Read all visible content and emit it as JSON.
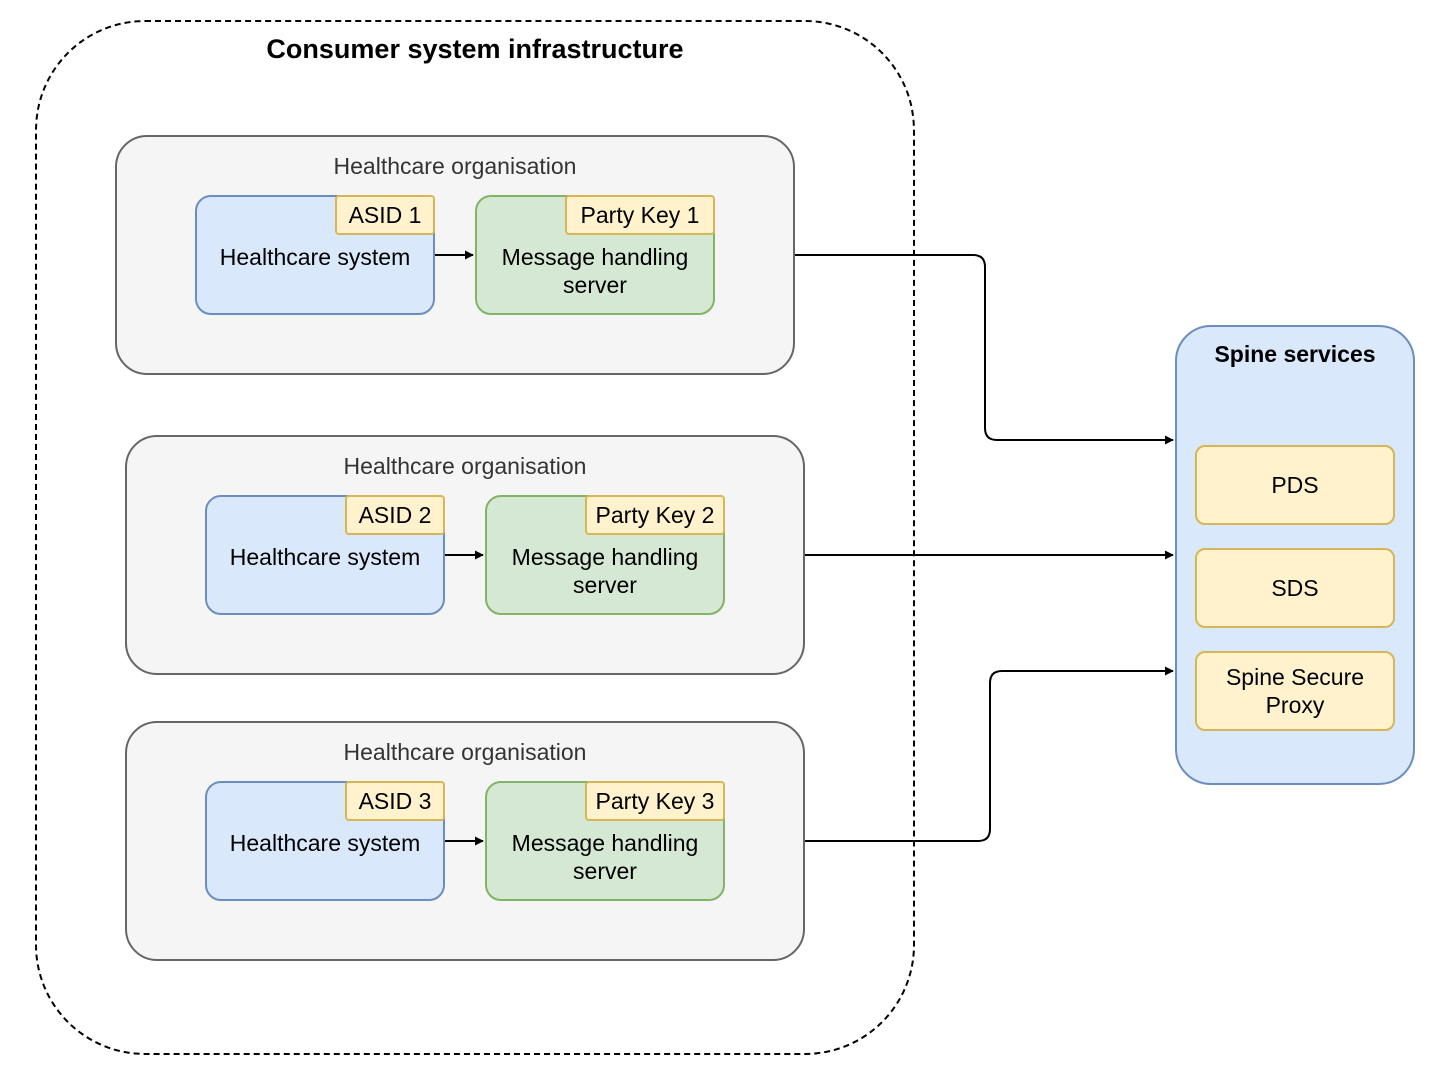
{
  "diagram": {
    "infrastructure": {
      "title": "Consumer system infrastructure"
    },
    "organisations": [
      {
        "title": "Healthcare organisation",
        "system": "Healthcare system",
        "asid": "ASID 1",
        "server_line1": "Message handling",
        "server_line2": "server",
        "party_key": "Party Key 1"
      },
      {
        "title": "Healthcare organisation",
        "system": "Healthcare system",
        "asid": "ASID 2",
        "server_line1": "Message handling",
        "server_line2": "server",
        "party_key": "Party Key 2"
      },
      {
        "title": "Healthcare organisation",
        "system": "Healthcare system",
        "asid": "ASID 3",
        "server_line1": "Message handling",
        "server_line2": "server",
        "party_key": "Party Key 3"
      }
    ],
    "spine": {
      "title": "Spine services",
      "services": [
        {
          "line1": "PDS",
          "line2": ""
        },
        {
          "line1": "SDS",
          "line2": ""
        },
        {
          "line1": "Spine Secure",
          "line2": "Proxy"
        }
      ]
    },
    "colors": {
      "system_fill": "#dae8fc",
      "system_stroke": "#6c8ebf",
      "server_fill": "#d5e8d4",
      "server_stroke": "#82b366",
      "tag_fill": "#fff2cc",
      "tag_stroke": "#d6b656",
      "org_fill": "#f5f5f5",
      "org_stroke": "#666666"
    }
  }
}
